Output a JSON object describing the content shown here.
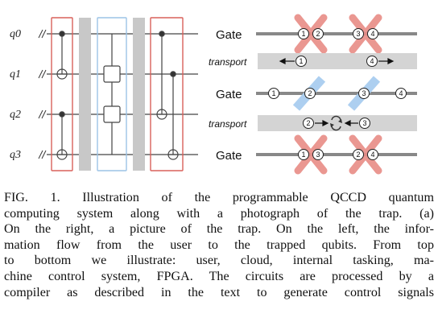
{
  "circuit": {
    "qubits": [
      "q0",
      "q1",
      "q2",
      "q3"
    ]
  },
  "trap": {
    "rows": [
      {
        "kind": "gate",
        "label": "Gate",
        "ions": [
          "1",
          "2",
          "3",
          "4"
        ]
      },
      {
        "kind": "transport",
        "label": "transport",
        "ions": [
          "1",
          "4"
        ]
      },
      {
        "kind": "gate",
        "label": "Gate",
        "ions": [
          "1",
          "2",
          "3",
          "4"
        ]
      },
      {
        "kind": "transport",
        "label": "transport",
        "ions": [
          "2",
          "3"
        ]
      },
      {
        "kind": "gate",
        "label": "Gate",
        "ions": [
          "1",
          "3",
          "2",
          "4"
        ]
      }
    ]
  },
  "caption": {
    "line1": "FIG. 1.  Illustration of the programmable QCCD quantum",
    "line2": "computing system along with a photograph of the trap.  (a)",
    "line3": "On the right, a picture of the trap.  On the left, the infor-",
    "line4": "mation flow from the user to the trapped qubits.  From top",
    "line5": "to bottom we illustrate:  user, cloud, internal tasking, ma-",
    "line6": "chine control system, FPGA. The circuits are processed by a",
    "line7": "compiler as described in the text to generate control signals"
  },
  "colors": {
    "red_box": "#d9605a",
    "blue_box": "#9cc3e6",
    "barrier": "#c8c8c8",
    "red_x": "#e88c86",
    "blue_bar": "#a9cdf0",
    "transport_band": "#d4d4d4"
  }
}
